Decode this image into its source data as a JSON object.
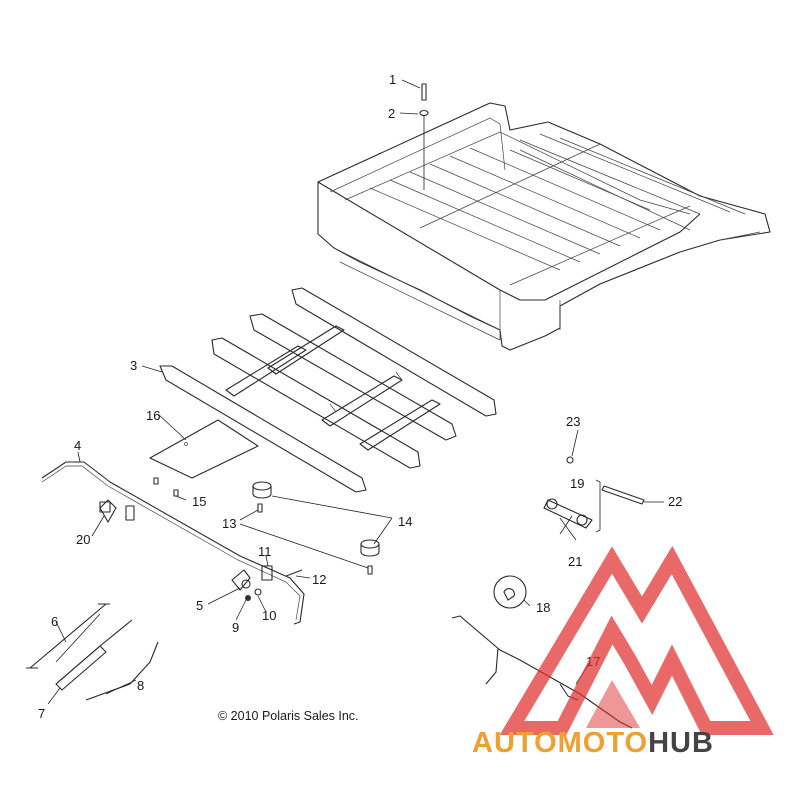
{
  "copyright": "© 2010 Polaris Sales Inc.",
  "watermark": {
    "part1": "AUTOMOTO",
    "part2": "HUB",
    "color_primary": "#f0a030",
    "color_secondary": "#e07a50",
    "color_hub": "#444444",
    "logo_color": "#e03030"
  },
  "callouts": [
    "1",
    "2",
    "3",
    "4",
    "5",
    "6",
    "7",
    "8",
    "9",
    "10",
    "11",
    "12",
    "13",
    "14",
    "15",
    "16",
    "17",
    "18",
    "19",
    "20",
    "21",
    "22",
    "23"
  ]
}
